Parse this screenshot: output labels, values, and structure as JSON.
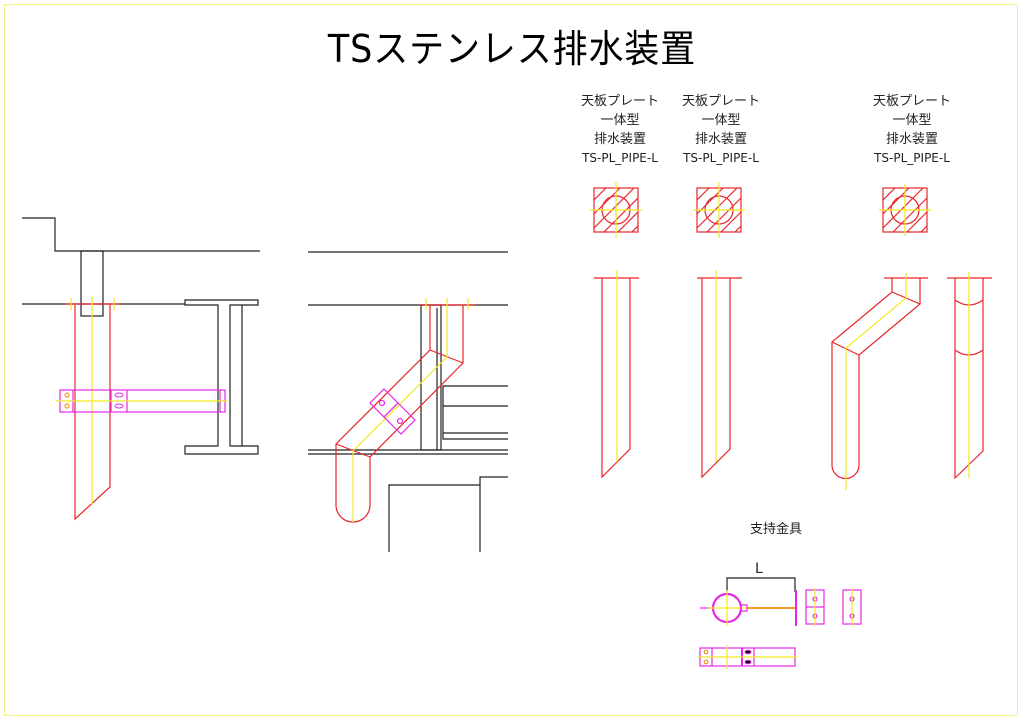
{
  "title": "TSステンレス排水装置",
  "products": [
    {
      "line1": "天板プレート",
      "line2": "一体型",
      "line3": "排水装置",
      "code": "TS-PL_PIPE-L"
    },
    {
      "line1": "天板プレート",
      "line2": "一体型",
      "line3": "排水装置",
      "code": "TS-PL_PIPE-L"
    },
    {
      "line1": "天板プレート",
      "line2": "一体型",
      "line3": "排水装置",
      "code": "TS-PL_PIPE-L"
    }
  ],
  "support": {
    "label": "支持金具",
    "dimension_label": "L"
  },
  "colors": {
    "pipe": "#e8242a",
    "centerline": "#f2ea22",
    "bracket": "#e628e6",
    "structure": "#222222",
    "border": "#f3f08a"
  }
}
